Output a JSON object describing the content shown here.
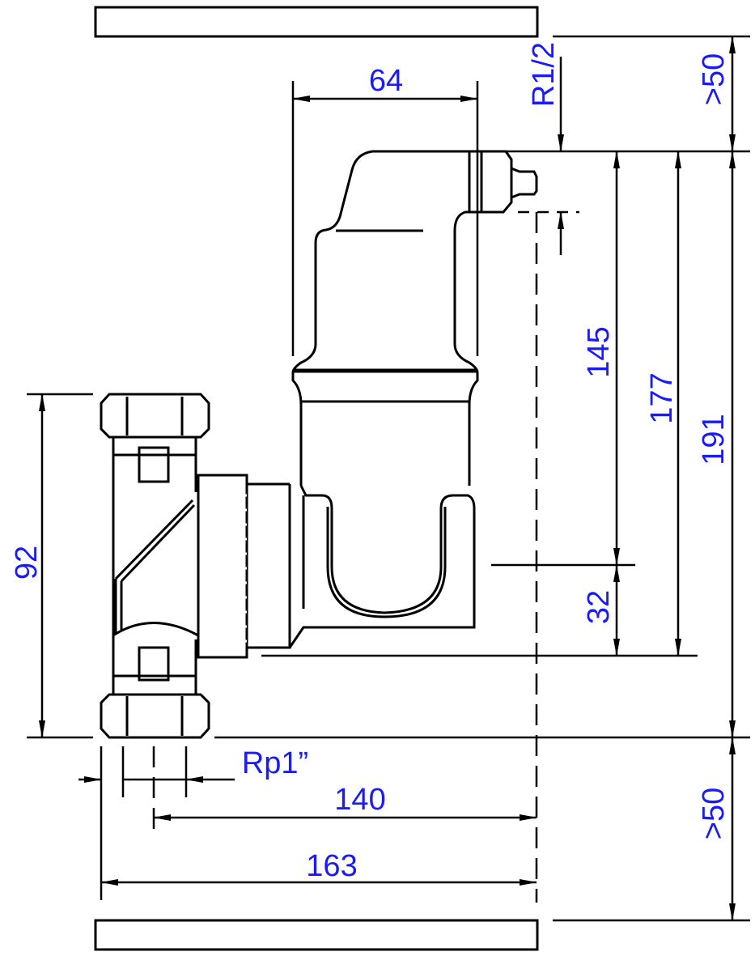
{
  "drawing": {
    "dimensions": {
      "width_64": "64",
      "thread_top": "R1/2",
      "clearance_top": ">50",
      "height_145": "145",
      "height_177": "177",
      "height_191": "191",
      "height_92": "92",
      "height_32": "32",
      "thread_side": "Rp1”",
      "length_140": "140",
      "length_163": "163",
      "clearance_bottom": ">50"
    },
    "colors": {
      "dimension_text": "#1a1aff",
      "lines": "#000000"
    }
  }
}
